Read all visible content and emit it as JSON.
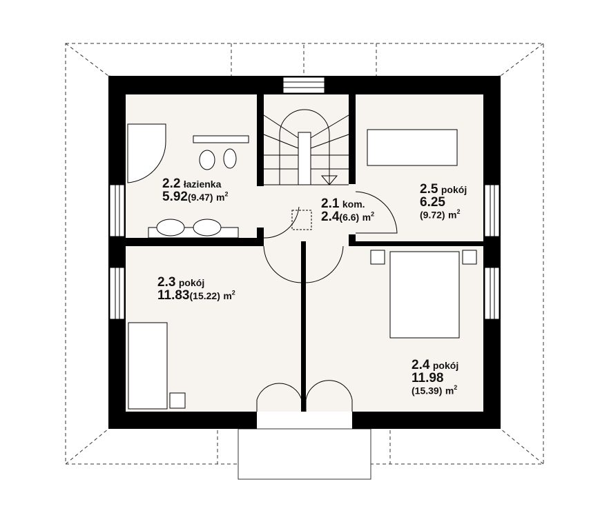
{
  "rooms": [
    {
      "id": "2.2",
      "name": "łazienka",
      "area": "5.92",
      "total": "(9.47)",
      "unit": "m",
      "exp": "2"
    },
    {
      "id": "2.1",
      "name": "kom.",
      "area": "2.4",
      "total": "(6.6)",
      "unit": "m",
      "exp": "2"
    },
    {
      "id": "2.5",
      "name": "pokój",
      "area": "6.25",
      "total": "(9.72)",
      "unit": "m",
      "exp": "2"
    },
    {
      "id": "2.3",
      "name": "pokój",
      "area": "11.83",
      "total": "(15.22)",
      "unit": "m",
      "exp": "2"
    },
    {
      "id": "2.4",
      "name": "pokój",
      "area": "11.98",
      "total": "(15.39)",
      "unit": "m",
      "exp": "2"
    }
  ],
  "colors": {
    "floor": "#f7f4f0",
    "wall": "#000000"
  }
}
